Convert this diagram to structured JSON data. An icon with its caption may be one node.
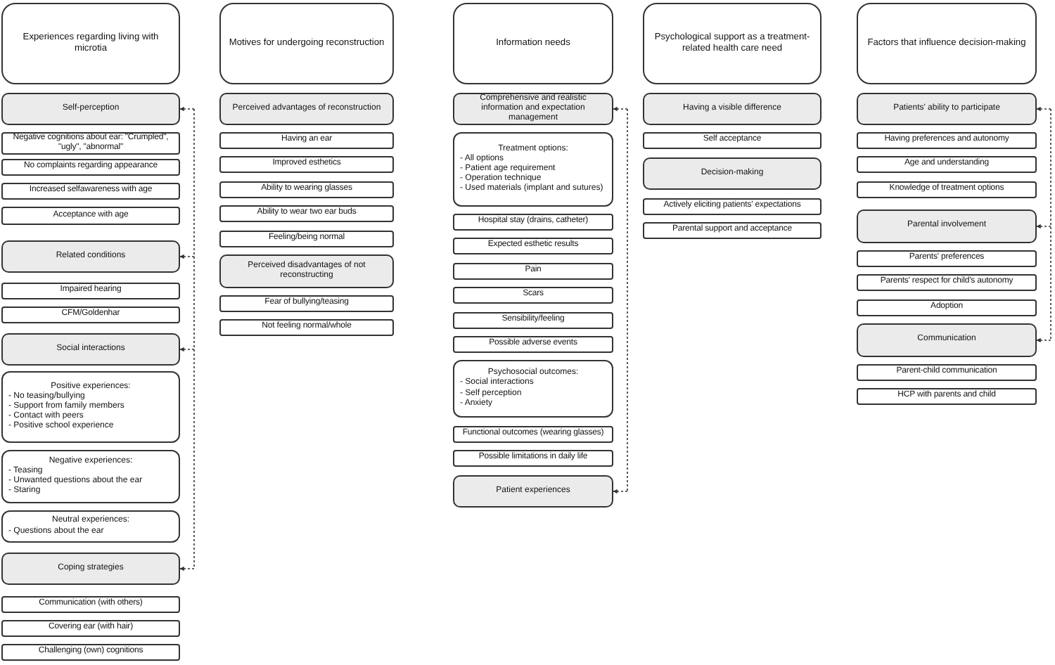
{
  "diagram": {
    "nodes": [
      {
        "text": [
          "Experiences regarding living with microtia"
        ]
      },
      {
        "text": [
          "Self-perception"
        ]
      },
      {
        "text": [
          "Negative cognitions about ear: \"Crumpled\", \"ugly\", \"abnormal\""
        ]
      },
      {
        "text": [
          "No complaints regarding appearance"
        ]
      },
      {
        "text": [
          "Increased selfawareness with age"
        ]
      },
      {
        "text": [
          "Acceptance with age"
        ]
      },
      {
        "text": [
          "Related conditions"
        ]
      },
      {
        "text": [
          "Impaired hearing"
        ]
      },
      {
        "text": [
          "CFM/Goldenhar"
        ]
      },
      {
        "text": [
          "Social interactions"
        ]
      },
      {
        "text": [
          "Positive experiences:",
          "- No teasing/bullying",
          "- Support from family members",
          "- Contact with peers",
          "- Positive school experience"
        ]
      },
      {
        "text": [
          "Negative experiences:",
          "- Teasing",
          "- Unwanted questions about the ear",
          "- Staring"
        ]
      },
      {
        "text": [
          "Neutral experiences:",
          "- Questions about the ear"
        ]
      },
      {
        "text": [
          "Coping strategies"
        ]
      },
      {
        "text": [
          "Communication (with others)"
        ]
      },
      {
        "text": [
          "Covering ear (with hair)"
        ]
      },
      {
        "text": [
          "Challenging (own) cognitions"
        ]
      },
      {
        "text": [
          "Motives for undergoing reconstruction"
        ]
      },
      {
        "text": [
          "Perceived advantages of reconstruction"
        ]
      },
      {
        "text": [
          "Having an ear"
        ]
      },
      {
        "text": [
          "Improved esthetics"
        ]
      },
      {
        "text": [
          "Ability to wearing glasses"
        ]
      },
      {
        "text": [
          "Ability to wear two ear buds"
        ]
      },
      {
        "text": [
          "Feeling/being normal"
        ]
      },
      {
        "text": [
          "Perceived disadvantages of not reconstructing"
        ]
      },
      {
        "text": [
          "Fear of bullying/teasing"
        ]
      },
      {
        "text": [
          "Not feeling normal/whole"
        ]
      },
      {
        "text": [
          "Information needs"
        ]
      },
      {
        "text": [
          "Comprehensive and realistic information and expectation management"
        ]
      },
      {
        "text": [
          "Treatment options:",
          "- All options",
          "- Patient age requirement",
          "- Operation technique",
          "- Used materials (implant and sutures)"
        ]
      },
      {
        "text": [
          "Hospital stay (drains, catheter)"
        ]
      },
      {
        "text": [
          "Expected esthetic results"
        ]
      },
      {
        "text": [
          "Pain"
        ]
      },
      {
        "text": [
          "Scars"
        ]
      },
      {
        "text": [
          "Sensibility/feeling"
        ]
      },
      {
        "text": [
          "Possible adverse events"
        ]
      },
      {
        "text": [
          "Psychosocial outcomes:",
          "- Social interactions",
          "- Self perception",
          "- Anxiety"
        ]
      },
      {
        "text": [
          "Functional outcomes (wearing glasses)"
        ]
      },
      {
        "text": [
          "Possible limitations in daily life"
        ]
      },
      {
        "text": [
          "Patient experiences"
        ]
      },
      {
        "text": [
          "Psychological support as a treatment-related health care need"
        ]
      },
      {
        "text": [
          "Having a visible difference"
        ]
      },
      {
        "text": [
          "Self acceptance"
        ]
      },
      {
        "text": [
          "Decision-making"
        ]
      },
      {
        "text": [
          "Actively eliciting patients' expectations"
        ]
      },
      {
        "text": [
          "Parental support and acceptance"
        ]
      },
      {
        "text": [
          "Factors that influence decision-making"
        ]
      },
      {
        "text": [
          "Patients' ability to participate"
        ]
      },
      {
        "text": [
          "Having preferences and autonomy"
        ]
      },
      {
        "text": [
          "Age and understanding"
        ]
      },
      {
        "text": [
          "Knowledge of treatment options"
        ]
      },
      {
        "text": [
          "Parental involvement"
        ]
      },
      {
        "text": [
          "Parents' preferences"
        ]
      },
      {
        "text": [
          "Parents' respect for child's autonomy"
        ]
      },
      {
        "text": [
          "Adoption"
        ]
      },
      {
        "text": [
          "Communication"
        ]
      },
      {
        "text": [
          "Parent-child communication"
        ]
      },
      {
        "text": [
          "HCP with parents and child"
        ]
      }
    ],
    "edges": [
      {
        "from": null,
        "to": 1,
        "arrow": "to",
        "style": "dashed"
      },
      {
        "from": null,
        "to": 6,
        "arrow": "to",
        "style": "dashed"
      },
      {
        "from": null,
        "to": 9,
        "arrow": "to",
        "style": "dashed"
      },
      {
        "from": null,
        "to": 13,
        "arrow": "to",
        "style": "dashed"
      },
      {
        "from": null,
        "to": 28,
        "arrow": "to",
        "style": "dashed"
      },
      {
        "from": null,
        "to": 39,
        "arrow": "to",
        "style": "dashed"
      },
      {
        "from": null,
        "to": 47,
        "arrow": "to",
        "style": "dashed"
      },
      {
        "from": null,
        "to": 51,
        "arrow": "to",
        "style": "dashed"
      },
      {
        "from": null,
        "to": 55,
        "arrow": "to",
        "style": "dashed"
      }
    ]
  }
}
